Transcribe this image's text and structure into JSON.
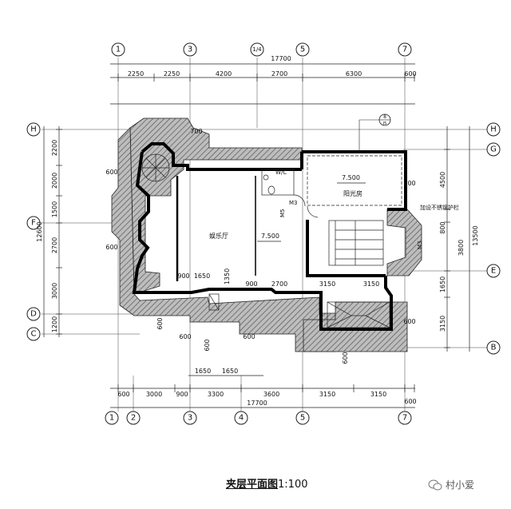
{
  "grid_top": [
    "1",
    "3",
    "1/4",
    "5",
    "7"
  ],
  "grid_bottom": [
    "1",
    "2",
    "3",
    "4",
    "5",
    "7"
  ],
  "grid_left": [
    "H",
    "F",
    "D",
    "C"
  ],
  "grid_right": [
    "G",
    "E",
    "B"
  ],
  "dims_top_overall": "17700",
  "dims_top_segments": [
    "2250",
    "2250",
    "4200",
    "2700",
    "6300",
    "600"
  ],
  "dims_bottom_overall": "17700",
  "dims_bottom_segments": [
    "600",
    "3000",
    "900",
    "3300",
    "3600",
    "3150",
    "3150",
    "600"
  ],
  "dims_bottom_inner": [
    "1650",
    "1650"
  ],
  "dims_left_segments": [
    "2200",
    "2000",
    "1500",
    "2700",
    "3000",
    "1200"
  ],
  "dims_left_overall": "12600",
  "dims_right_segments": [
    "4500",
    "3800",
    "1650",
    "3150"
  ],
  "dims_right_overall": "13500",
  "dims_right_small": [
    "800"
  ],
  "rooms": {
    "entertainment": "娱乐厅",
    "entertainment_level": "7.500",
    "sunroom": "阳光房",
    "sunroom_level": "7.500",
    "wc": "W/C",
    "door_m3": "M3",
    "door_m5": "M5",
    "door_m3b": "M3",
    "railing_note": "加设不锈钢护栏"
  },
  "interior_dims": [
    "900",
    "1650",
    "1350",
    "900",
    "2700",
    "3150",
    "3150"
  ],
  "small_dims": [
    "700",
    "600",
    "600",
    "600",
    "600",
    "600",
    "600",
    "600",
    "600",
    "600"
  ],
  "callout": [
    "8",
    "J5"
  ],
  "caption_title": "夹层平面图",
  "caption_scale": "1:100",
  "watermark": "村小爱"
}
